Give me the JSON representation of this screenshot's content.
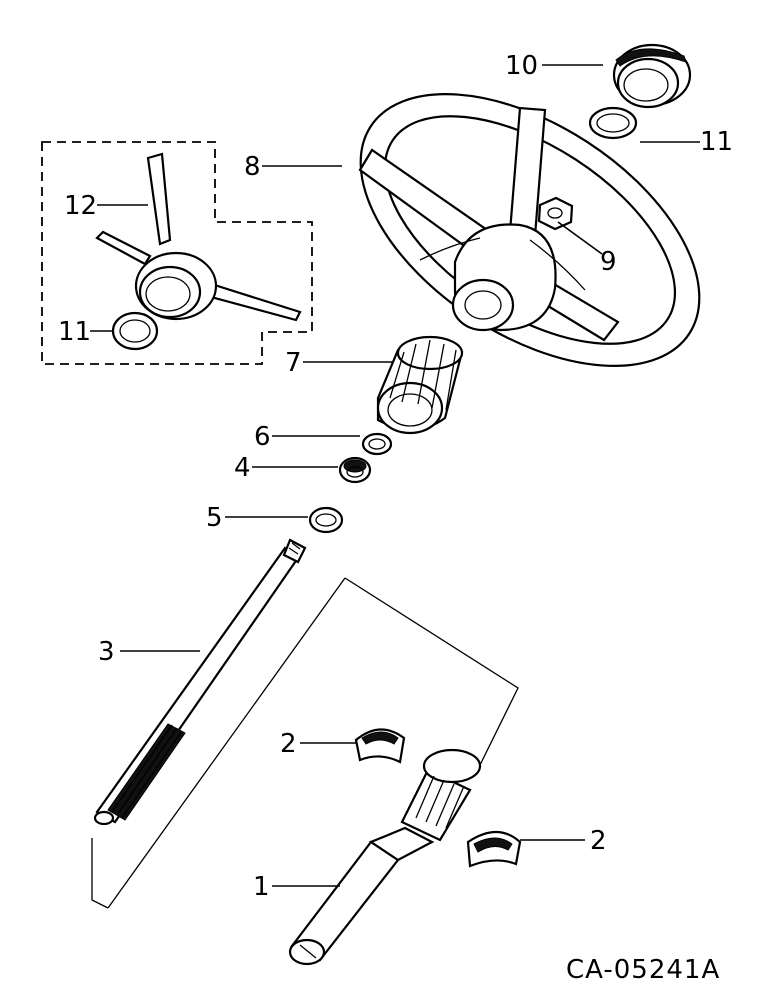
{
  "diagram": {
    "callouts": {
      "c1": "1",
      "c2a": "2",
      "c2b": "2",
      "c3": "3",
      "c4": "4",
      "c5": "5",
      "c6": "6",
      "c7": "7",
      "c8": "8",
      "c9": "9",
      "c10": "10",
      "c11a": "11",
      "c11b": "11",
      "c12": "12"
    },
    "drawing_code": "CA-05241A"
  }
}
